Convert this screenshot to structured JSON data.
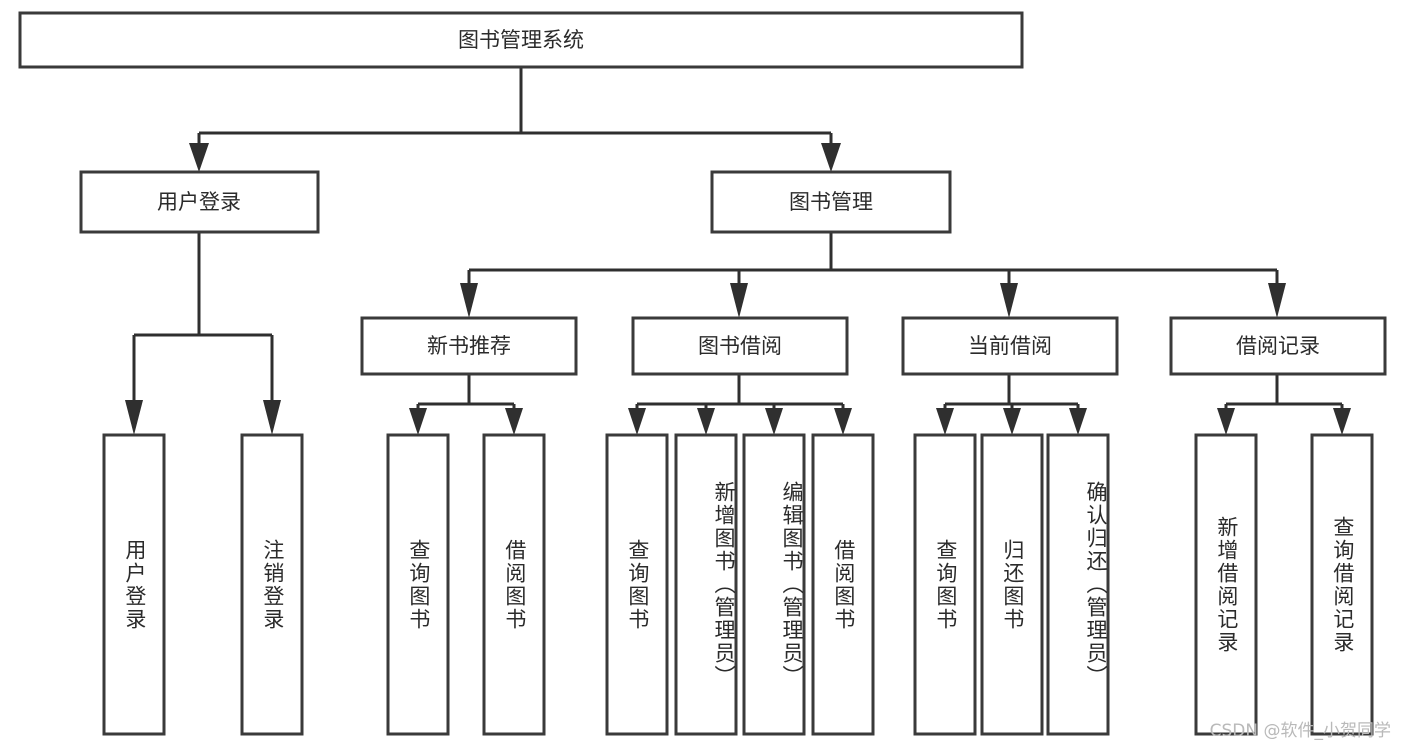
{
  "diagram": {
    "type": "tree",
    "title": "图书管理系统",
    "root": {
      "label": "图书管理系统"
    },
    "level1": [
      {
        "label": "用户登录"
      },
      {
        "label": "图书管理"
      }
    ],
    "level2": [
      {
        "label": "新书推荐",
        "parent": "图书管理"
      },
      {
        "label": "图书借阅",
        "parent": "图书管理"
      },
      {
        "label": "当前借阅",
        "parent": "图书管理"
      },
      {
        "label": "借阅记录",
        "parent": "图书管理"
      }
    ],
    "leaves": {
      "user_login": [
        {
          "label": "用户登录"
        },
        {
          "label": "注销登录"
        }
      ],
      "new_book": [
        {
          "label": "查询图书"
        },
        {
          "label": "借阅图书"
        }
      ],
      "book_borrow": [
        {
          "label": "查询图书"
        },
        {
          "label": "新增图书（管理员）"
        },
        {
          "label": "编辑图书（管理员）"
        },
        {
          "label": "借阅图书"
        }
      ],
      "current_borrow": [
        {
          "label": "查询图书"
        },
        {
          "label": "归还图书"
        },
        {
          "label": "确认归还（管理员）"
        }
      ],
      "borrow_record": [
        {
          "label": "新增借阅记录"
        },
        {
          "label": "查询借阅记录"
        }
      ]
    }
  },
  "watermark": {
    "text": "CSDN @软件_小贺同学"
  },
  "colors": {
    "box_stroke": "#3a3a3a",
    "connector": "#2f2f2f",
    "text": "#2b2b2b",
    "background": "#ffffff",
    "watermark": "#b9b9b9"
  }
}
